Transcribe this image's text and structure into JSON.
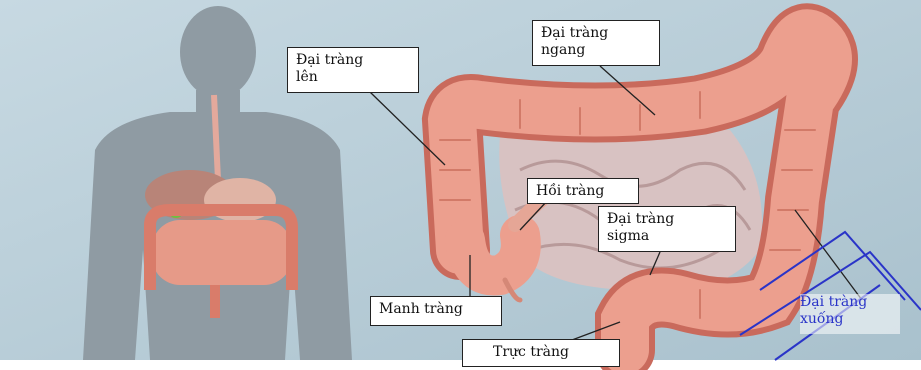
{
  "labels": {
    "ascending_colon": "Đại tràng\nlên",
    "transverse_colon": "Đại tràng\nngang",
    "ileum": "Hồi tràng",
    "sigmoid_colon": "Đại tràng\nsigma",
    "cecum": "Manh tràng",
    "descending_colon": "Đại tràng\nxuống",
    "rectum": "Trực tràng"
  },
  "colors": {
    "background": "#b7cdd8",
    "silhouette": "#8f9ba3",
    "colon": "#e89a8a",
    "colon_dark": "#c96a5c",
    "small_intestine": "#d8b8b8",
    "watermark": "#2a34c8"
  }
}
